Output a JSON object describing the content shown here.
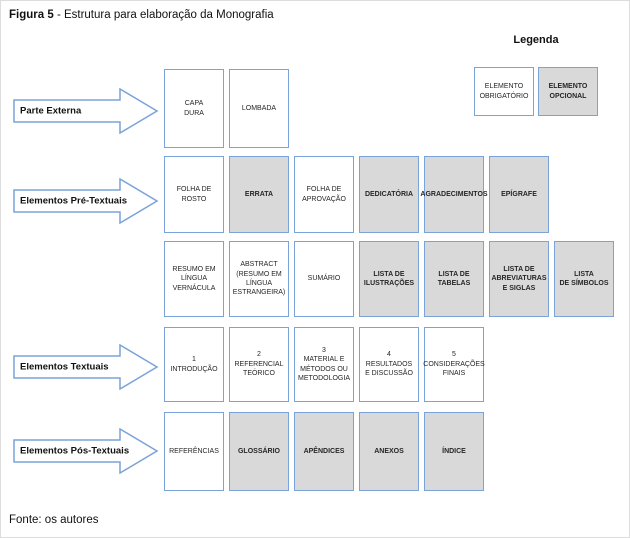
{
  "title": {
    "figure_label": "Figura 5",
    "text": "- Estrutura para elaboração da Monografia"
  },
  "legend": {
    "title": "Legenda",
    "obligatory": {
      "label": "ELEMENTO\nOBRIGATÓRIO",
      "optional": false
    },
    "optional": {
      "label": "ELEMENTO\nOPCIONAL",
      "optional": true
    }
  },
  "sections": [
    {
      "arrow": "Parte Externa",
      "rows": [
        {
          "boxes": [
            {
              "label": "CAPA\nDURA",
              "optional": false
            },
            {
              "label": "LOMBADA",
              "optional": false
            }
          ]
        }
      ]
    },
    {
      "arrow": "Elementos Pré-Textuais",
      "rows": [
        {
          "boxes": [
            {
              "label": "FOLHA DE\nROSTO",
              "optional": false
            },
            {
              "label": "ERRATA",
              "optional": true
            },
            {
              "label": "FOLHA DE\nAPROVAÇÃO",
              "optional": false
            },
            {
              "label": "DEDICATÓRIA",
              "optional": true
            },
            {
              "label": "AGRADECIMENTOS",
              "optional": true
            },
            {
              "label": "EPÍGRAFE",
              "optional": true
            }
          ]
        },
        {
          "boxes": [
            {
              "label": "RESUMO EM\nLÍNGUA\nVERNÁCULA",
              "optional": false
            },
            {
              "label": "ABSTRACT\n(RESUMO EM\nLÍNGUA\nESTRANGEIRA)",
              "optional": false
            },
            {
              "label": "SUMÁRIO",
              "optional": false
            },
            {
              "label": "LISTA DE\nILUSTRAÇÕES",
              "optional": true
            },
            {
              "label": "LISTA DE\nTABELAS",
              "optional": true
            },
            {
              "label": "LISTA DE\nABREVIATURAS\nE SIGLAS",
              "optional": true
            },
            {
              "label": "LISTA\nDE SÍMBOLOS",
              "optional": true
            }
          ]
        }
      ]
    },
    {
      "arrow": "Elementos Textuais",
      "rows": [
        {
          "boxes": [
            {
              "label": "1\nINTRODUÇÃO",
              "optional": false
            },
            {
              "label": "2\nREFERENCIAL\nTEÓRICO",
              "optional": false
            },
            {
              "label": "3\nMATERIAL E\nMÉTODOS OU\nMETODOLOGIA",
              "optional": false
            },
            {
              "label": "4\nRESULTADOS\nE DISCUSSÃO",
              "optional": false
            },
            {
              "label": "5\nCONSIDERAÇÕES\nFINAIS",
              "optional": false
            }
          ]
        }
      ]
    },
    {
      "arrow": "Elementos Pós-Textuais",
      "rows": [
        {
          "boxes": [
            {
              "label": "REFERÊNCIAS",
              "optional": false
            },
            {
              "label": "GLOSSÁRIO",
              "optional": true
            },
            {
              "label": "APÊNDICES",
              "optional": true
            },
            {
              "label": "ANEXOS",
              "optional": true
            },
            {
              "label": "ÍNDICE",
              "optional": true
            }
          ]
        }
      ]
    }
  ],
  "footer": "Fonte: os autores",
  "colors": {
    "accent-blue": "#7aa3d9",
    "optional-gray": "#d9d9d9",
    "text-dark": "#262626"
  }
}
